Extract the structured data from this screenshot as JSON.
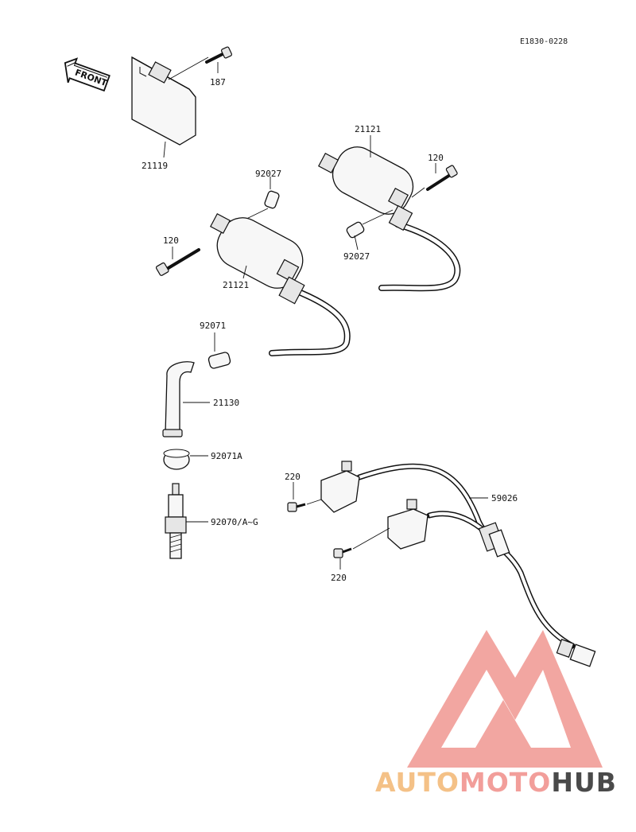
{
  "doc_code": "E1830-0228",
  "front_label": "FRONT",
  "parts": {
    "p187": "187",
    "p21119": "21119",
    "p21121_rear": "21121",
    "p120_rear": "120",
    "p92027_rear": "92027",
    "p92027_front": "92027",
    "p120_front": "120",
    "p21121_front": "21121",
    "p92071": "92071",
    "p21130": "21130",
    "p92071A": "92071A",
    "p92070": "92070/A~G",
    "p220_top": "220",
    "p59026": "59026",
    "p220_bottom": "220"
  },
  "watermark": {
    "auto": "AUTO",
    "moto": "MOTO",
    "hub": "HUB",
    "color_auto": "#f4c187",
    "color_moto": "#f29e9a",
    "color_hub": "#4a4a4a",
    "logo_color": "#f2a29c"
  }
}
